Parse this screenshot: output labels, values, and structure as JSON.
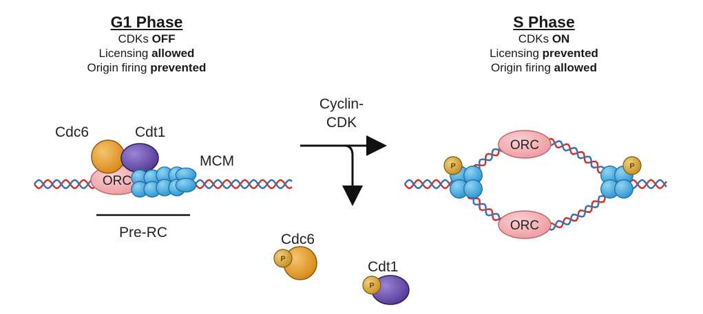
{
  "g1": {
    "title": "G1 Phase",
    "line1_prefix": "CDKs ",
    "line1_bold": "OFF",
    "line2_prefix": "Licensing ",
    "line2_bold": "allowed",
    "line3_prefix": "Origin firing ",
    "line3_bold": "prevented"
  },
  "s_phase": {
    "title": "S Phase",
    "line1_prefix": "CDKs ",
    "line1_bold": "ON",
    "line2_prefix": "Licensing ",
    "line2_bold": "prevented",
    "line3_prefix": "Origin firing ",
    "line3_bold": "allowed"
  },
  "labels": {
    "cdc6": "Cdc6",
    "cdt1": "Cdt1",
    "mcm": "MCM",
    "orc": "ORC",
    "pre_rc": "Pre-RC",
    "cyclin_line1": "Cyclin-",
    "cyclin_line2": "CDK",
    "cdc6_released": "Cdc6",
    "cdt1_released": "Cdt1",
    "phospho": "P"
  },
  "colors": {
    "dna_red": "#d0342c",
    "dna_blue": "#3d6fb3",
    "orc_fill": "#f0a9ad",
    "orc_stroke": "#c0656b",
    "cdc6_fill": "#e39a2a",
    "cdt1_fill": "#6a4fa8",
    "mcm_fill": "#3fa9de",
    "mcm_stroke": "#1d6fa3",
    "phospho_fill": "#d8a53c"
  }
}
